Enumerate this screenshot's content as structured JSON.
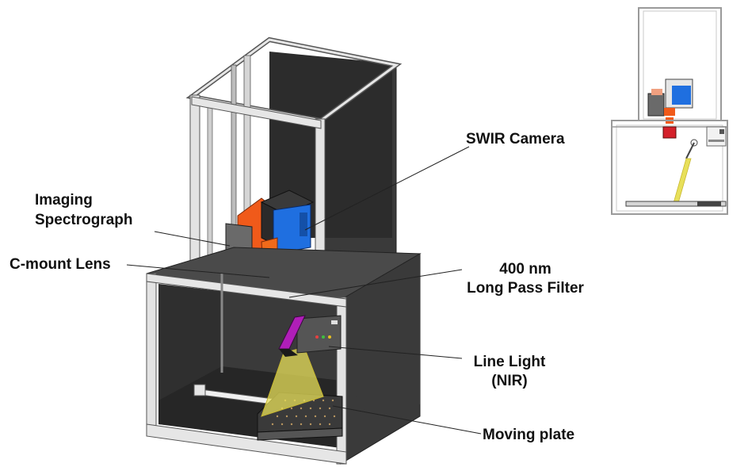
{
  "labels": {
    "swir_camera": "SWIR Camera",
    "imaging_spectrograph_line1": "Imaging",
    "imaging_spectrograph_line2": "Spectrograph",
    "cmount_lens": "C-mount Lens",
    "filter_line1": "400 nm",
    "filter_line2": "Long Pass Filter",
    "line_light_line1": "Line Light",
    "line_light_line2": "(NIR)",
    "moving_plate": "Moving plate"
  },
  "colors": {
    "frame_dark": "#3b3b3b",
    "frame_light": "#d9d9d9",
    "camera_blue": "#1f6fe0",
    "spectrograph_orange": "#f05a1a",
    "lens_red": "#d4202a",
    "light_beam_yellow": "#e8e05a",
    "lamp_magenta": "#b01eb8"
  }
}
